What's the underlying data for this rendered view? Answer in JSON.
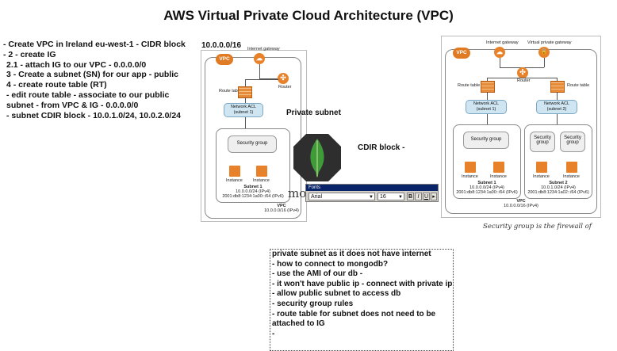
{
  "title": "AWS Virtual Private Cloud Architecture (VPC)",
  "notes": [
    "- Create VPC in Ireland eu-west-1 - CIDR block",
    "- 2 - create IG",
    "  2.1 - attach IG to our VPC - 0.0.0.0/0",
    "  3 - Create a subnet (SN) for our app - public",
    "  4 - create route table (RT)",
    "  - edit route table - associate to our public",
    "  subnet - from VPC & IG - 0.0.0.0/0",
    "  - subnet CDIR block - 10.0.1.0/24, 10.0.2.0/24"
  ],
  "cidr_label": "10.0.0.0/16",
  "private_subnet_label": "Private subnet",
  "cidr_block_label": "CDIR block -",
  "mongo_partial_text": "mo",
  "security_group_caption": "Security group is the firewall of",
  "diagram_left": {
    "vpc": "VPC",
    "internet_gateway": "Internet gateway",
    "router": "Router",
    "route_table": "Route table",
    "network_acl": "Network ACL",
    "acl_subnet": "(subnet 1)",
    "security_group": "Security group",
    "instance_a": "Instance",
    "instance_b": "Instance",
    "subnet_title": "Subnet 1",
    "subnet_ipv4": "10.0.0.0/24 (IPv4)",
    "subnet_ipv6": "2001:db8:1234:1a00::/64 (IPv6)",
    "vpc_footer": "VPC",
    "vpc_footer_cidr": "10.0.0.0/16 (IPv4)"
  },
  "diagram_right": {
    "vpc": "VPC",
    "internet_gateway": "Internet gateway",
    "virtual_private_gateway": "Virtual private gateway",
    "router": "Router",
    "route_table_1": "Route table",
    "route_table_2": "Route table",
    "network_acl_1": "Network ACL",
    "acl_subnet_1": "(subnet 1)",
    "network_acl_2": "Network ACL",
    "acl_subnet_2": "(subnet 2)",
    "security_group_1": "Security group",
    "security_group_2a": "Security group",
    "security_group_2b": "Security group",
    "instance_1a": "Instance",
    "instance_1b": "Instance",
    "instance_2a": "Instance",
    "instance_2b": "Instance",
    "subnet1_title": "Subnet 1",
    "subnet1_ipv4": "10.0.0.0/24 (IPv4)",
    "subnet1_ipv6": "2001:db8:1234:1a00::/64 (IPv6)",
    "subnet2_title": "Subnet 2",
    "subnet2_ipv4": "10.0.1.0/24 (IPv4)",
    "subnet2_ipv6": "2001:db8:1234:1a02::/64 (IPv6)",
    "vpc_footer": "VPC",
    "vpc_footer_cidr": "10.0.0.0/16 (IPv4)"
  },
  "font_toolbar": {
    "title": "Fonts",
    "font_name": "Arial",
    "font_size": "16",
    "bold": "B",
    "italic": "I",
    "underline": "U"
  },
  "note_box": [
    "private subnet as it does not have internet",
    "- how to connect to mongodb?",
    "- use the AMI of our db -",
    "- it won't have public ip - connect with private ip",
    "- allow public subnet to access db",
    "- security group rules",
    "- route table for subnet does not need to be",
    "attached to IG",
    "-"
  ],
  "colors": {
    "aws_orange": "#e8822a",
    "acl_blue": "#cfe6f2",
    "mongo_green": "#3f9b3a",
    "mongo_dark": "#2e2e2e"
  }
}
